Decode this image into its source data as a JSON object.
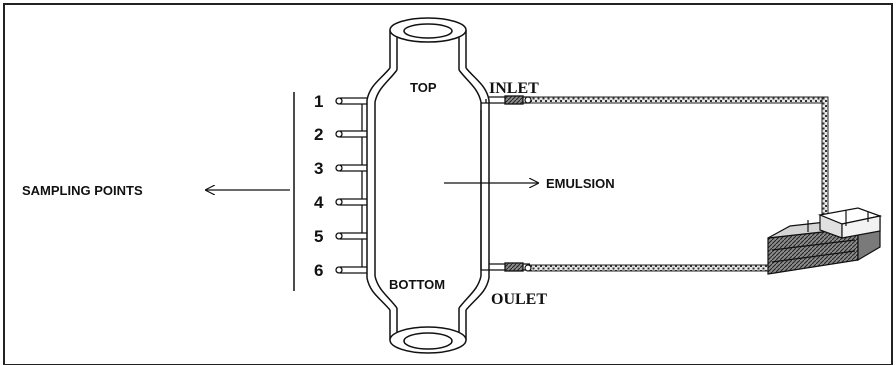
{
  "labels": {
    "top": "TOP",
    "bottom": "BOTTOM",
    "inlet": "INLET",
    "outlet": "OULET",
    "emulsion": "EMULSION",
    "sampling_points": "SAMPLING POINTS"
  },
  "sampling_points": [
    "1",
    "2",
    "3",
    "4",
    "5",
    "6"
  ],
  "colors": {
    "frame": "#222222",
    "stroke": "#111111",
    "tube_fill": "#555555",
    "tank_fill": "#6a6a6a"
  }
}
